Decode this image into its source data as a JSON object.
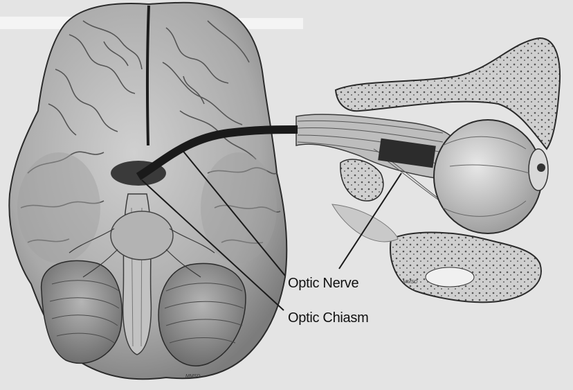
{
  "labels": {
    "optic_nerve": "Optic Nerve",
    "optic_chiasm": "Optic Chiasm"
  },
  "signature": "MMSD",
  "colors": {
    "background": "#e4e4e4",
    "tissue": "#b8b8b8",
    "outline": "#2a2a2a",
    "leader_line": "#1a1a1a",
    "highlight_band": "#f4f4f4"
  }
}
